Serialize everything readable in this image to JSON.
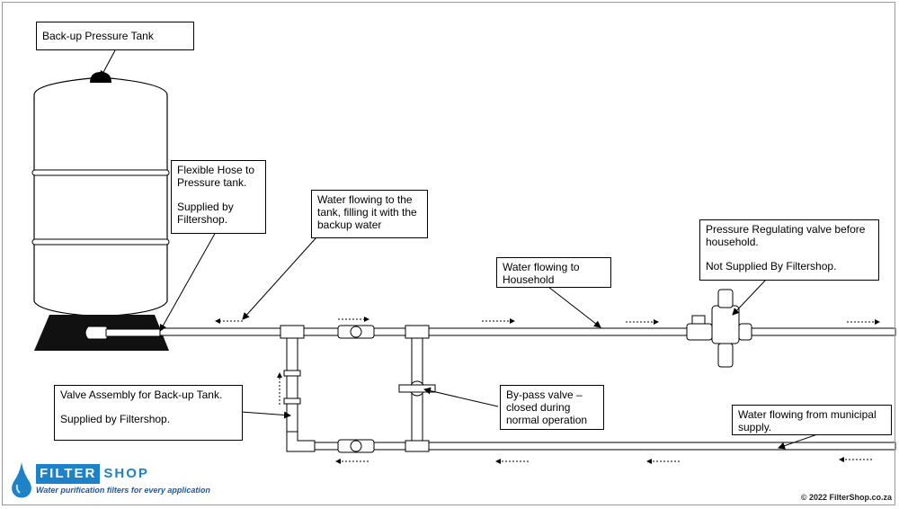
{
  "labels": {
    "tank_title": "Back-up Pressure Tank",
    "hose": {
      "line1": "Flexible Hose to Pressure tank.",
      "line2": "Supplied by Filtershop."
    },
    "flow_to_tank": "Water flowing to the tank, filling it with the backup water",
    "flow_household": "Water flowing to Household",
    "prv": {
      "line1": "Pressure Regulating valve before household.",
      "line2": "Not Supplied By Filtershop."
    },
    "valve_assembly": {
      "line1": "Valve Assembly for Back-up Tank.",
      "line2": "Supplied by Filtershop."
    },
    "bypass": "By-pass valve – closed during normal operation",
    "municipal": "Water flowing from municipal supply."
  },
  "brand": {
    "name_part1": "FILTER",
    "name_part2": "SHOP",
    "tagline": "Water purification filters for every application",
    "copyright": "© 2022 FilterShop.co.za"
  },
  "colors": {
    "line": "#000000",
    "pipe_fill": "#ffffff",
    "tank_base": "#111111",
    "brand_blue": "#1e82c8"
  },
  "icons": [
    "water-drop-icon"
  ]
}
